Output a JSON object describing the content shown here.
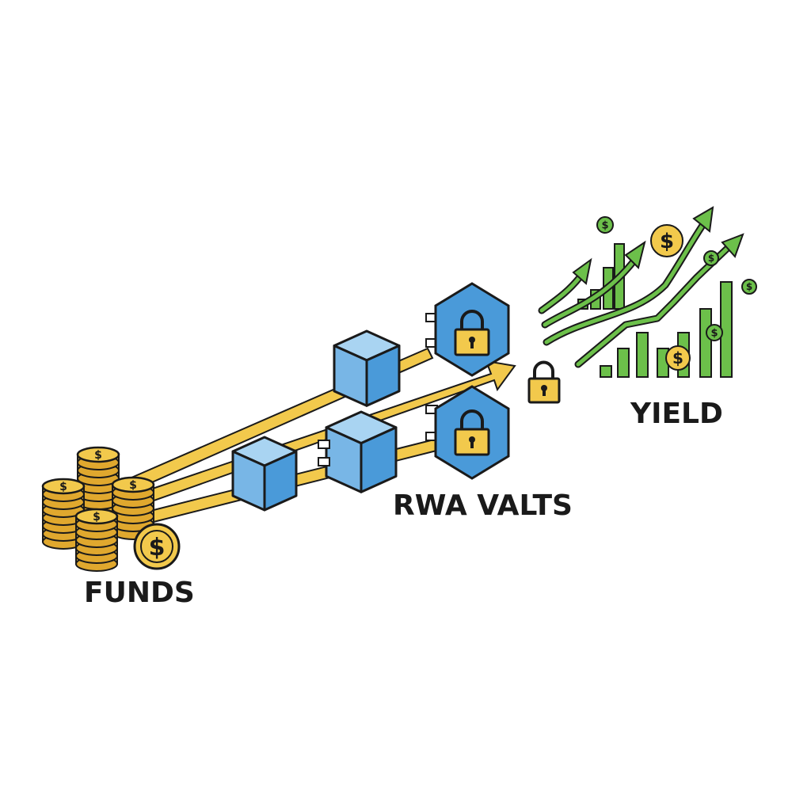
{
  "labels": {
    "funds": "FUNDS",
    "vaults": "RWA VALTS",
    "yield": "YIELD"
  },
  "glyphs": {
    "currency": "$"
  },
  "icons": [
    "coin-stack-icon",
    "dollar-coin-icon",
    "cube-icon",
    "hexagon-vault-icon",
    "padlock-icon",
    "bar-chart-icon",
    "trend-arrow-icon"
  ],
  "colors": {
    "gold": "#f2c94c",
    "gold_dark": "#e0a82e",
    "outline": "#1a1a1a",
    "blue": "#4a9ad9",
    "blue_light": "#a9d4f2",
    "blue_mid": "#78b6e6",
    "green": "#6cc04a",
    "arrow_yellow": "#f2c94c"
  }
}
